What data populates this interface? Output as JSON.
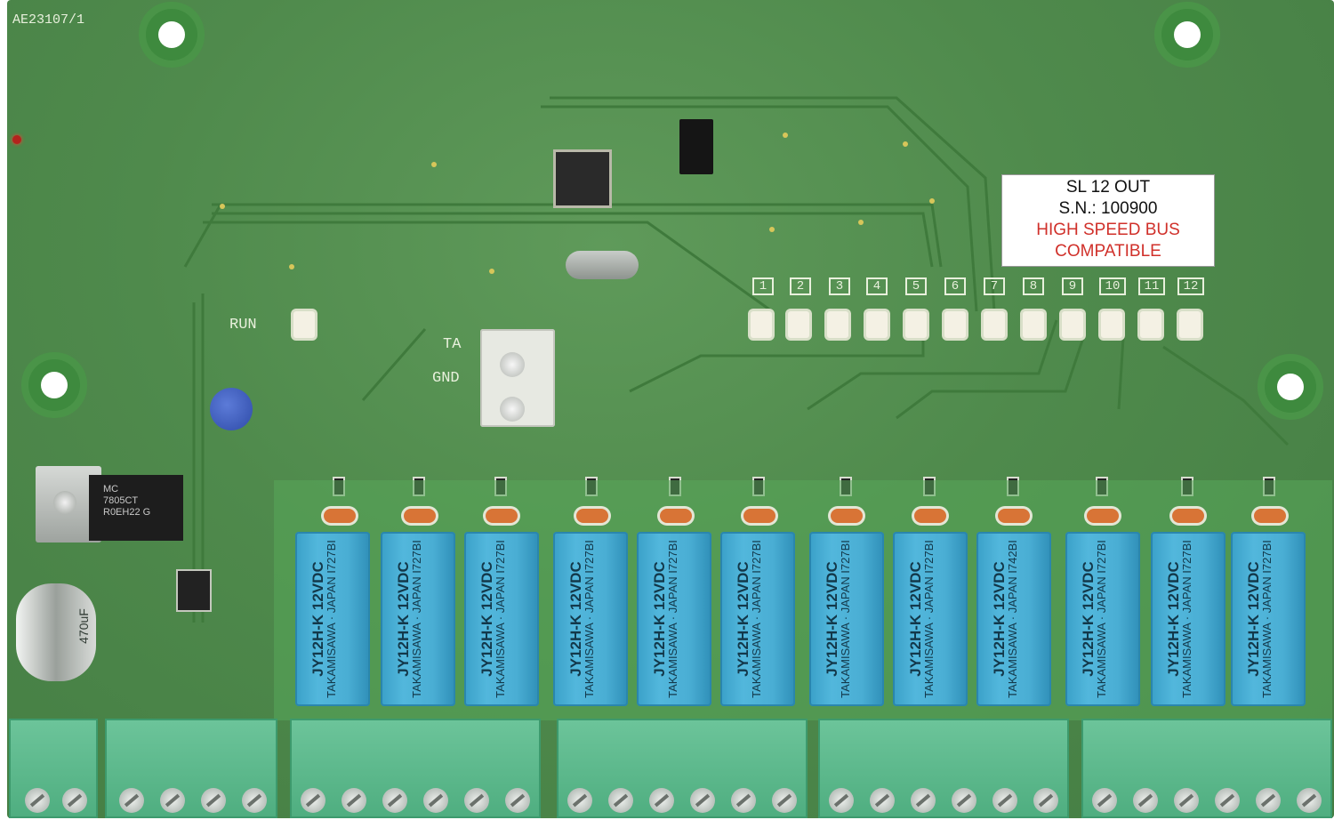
{
  "board": {
    "part_number": "AE23107/1",
    "run_label": "RUN",
    "ta_label": "TA",
    "gnd_label": "GND"
  },
  "sticker": {
    "line1": "SL 12 OUT",
    "line2": "S.N.: 100900",
    "line3": "HIGH SPEED BUS",
    "line4": "COMPATIBLE",
    "accent_color": "#d0302a"
  },
  "channels": [
    "1",
    "2",
    "3",
    "4",
    "5",
    "6",
    "7",
    "8",
    "9",
    "10",
    "11",
    "12"
  ],
  "relays": [
    {
      "brand": "TAKAMISAWA",
      "model": "JY12H-K",
      "spec": "12VDC",
      "origin": "JAPAN I727BI"
    },
    {
      "brand": "TAKAMISAWA",
      "model": "JY12H-K",
      "spec": "12VDC",
      "origin": "JAPAN I727BI"
    },
    {
      "brand": "TAKAMISAWA",
      "model": "JY12H-K",
      "spec": "12VDC",
      "origin": "JAPAN I727BI"
    },
    {
      "brand": "TAKAMISAWA",
      "model": "JY12H-K",
      "spec": "12VDC",
      "origin": "JAPAN I727BI"
    },
    {
      "brand": "TAKAMISAWA",
      "model": "JY12H-K",
      "spec": "12VDC",
      "origin": "JAPAN I727BI"
    },
    {
      "brand": "TAKAMISAWA",
      "model": "JY12H-K",
      "spec": "12VDC",
      "origin": "JAPAN I727BI"
    },
    {
      "brand": "TAKAMISAWA",
      "model": "JY12H-K",
      "spec": "12VDC",
      "origin": "JAPAN I727BI"
    },
    {
      "brand": "TAKAMISAWA",
      "model": "JY12H-K",
      "spec": "12VDC",
      "origin": "JAPAN I727BI"
    },
    {
      "brand": "TAKAMISAWA",
      "model": "JY12H-K",
      "spec": "12VDC",
      "origin": "JAPAN I742BI"
    },
    {
      "brand": "TAKAMISAWA",
      "model": "JY12H-K",
      "spec": "12VDC",
      "origin": "JAPAN I727BI"
    },
    {
      "brand": "TAKAMISAWA",
      "model": "JY12H-K",
      "spec": "12VDC",
      "origin": "JAPAN I727BI"
    },
    {
      "brand": "TAKAMISAWA",
      "model": "JY12H-K",
      "spec": "12VDC",
      "origin": "JAPAN I727BI"
    }
  ],
  "regulator": {
    "line1": "MC",
    "line2": "7805CT",
    "line3": "R0EH22 G"
  },
  "capacitor": {
    "label": "470uF"
  },
  "terminals": [
    {
      "screws": 2
    },
    {
      "screws": 4
    },
    {
      "screws": 6
    },
    {
      "screws": 6
    },
    {
      "screws": 6
    },
    {
      "screws": 6
    }
  ],
  "colors": {
    "pcb": "#4f8a4c",
    "relay": "#4aaed4",
    "terminal": "#5cb88a",
    "silkscreen": "#e8f0dc"
  }
}
